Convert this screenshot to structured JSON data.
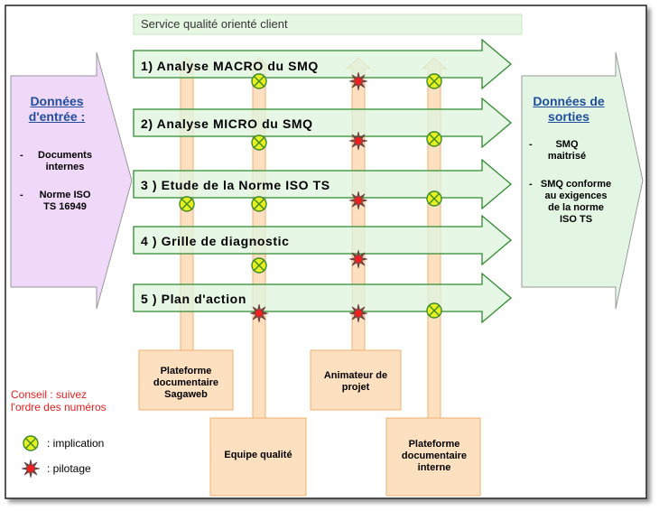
{
  "header": {
    "banner": "Service qualité orienté client"
  },
  "input": {
    "title": "Données d'entrée :",
    "items": [
      "Documents internes",
      "Norme ISO TS 16949"
    ]
  },
  "output": {
    "title": "Données de sorties",
    "items": [
      "SMQ maitrisé",
      "SMQ conforme au exigences de la norme ISO TS"
    ]
  },
  "steps": [
    {
      "label": "1) Analyse MACRO du SMQ"
    },
    {
      "label": "2) Analyse MICRO du SMQ"
    },
    {
      "label": "3 ) Etude de la Norme ISO TS"
    },
    {
      "label": "4 ) Grille de diagnostic"
    },
    {
      "label": "5 ) Plan d'action"
    }
  ],
  "actors": [
    {
      "label": "Plateforme documentaire Sagaweb"
    },
    {
      "label": "Equipe qualité"
    },
    {
      "label": "Animateur de projet"
    },
    {
      "label": "Plateforme documentaire interne"
    }
  ],
  "legend": {
    "advice": "Conseil : suivez l'ordre des numéros",
    "implication": ": implication",
    "pilotage": ": pilotage"
  },
  "colors": {
    "arrow_fill": "#dff5df",
    "arrow_stroke": "#2e8b2e",
    "column_fill": "#fde0bf",
    "column_stroke": "#f0b070",
    "input_fill": "#f0d8f8",
    "output_fill": "#e3f6e3",
    "implication": "#e8f020",
    "pilotage": "#ee2020",
    "advice_text": "#e02020",
    "heading_text": "#1f4e9e"
  },
  "markers": [
    {
      "step": 1,
      "actor": 2,
      "kind": "implication"
    },
    {
      "step": 1,
      "actor": 3,
      "kind": "pilotage"
    },
    {
      "step": 1,
      "actor": 4,
      "kind": "implication"
    },
    {
      "step": 2,
      "actor": 2,
      "kind": "implication"
    },
    {
      "step": 2,
      "actor": 3,
      "kind": "pilotage"
    },
    {
      "step": 2,
      "actor": 4,
      "kind": "implication"
    },
    {
      "step": 3,
      "actor": 1,
      "kind": "implication"
    },
    {
      "step": 3,
      "actor": 2,
      "kind": "implication"
    },
    {
      "step": 3,
      "actor": 3,
      "kind": "pilotage"
    },
    {
      "step": 3,
      "actor": 4,
      "kind": "implication"
    },
    {
      "step": 4,
      "actor": 2,
      "kind": "implication"
    },
    {
      "step": 4,
      "actor": 3,
      "kind": "pilotage"
    },
    {
      "step": 5,
      "actor": 2,
      "kind": "pilotage"
    },
    {
      "step": 5,
      "actor": 3,
      "kind": "pilotage"
    },
    {
      "step": 5,
      "actor": 4,
      "kind": "implication"
    }
  ]
}
